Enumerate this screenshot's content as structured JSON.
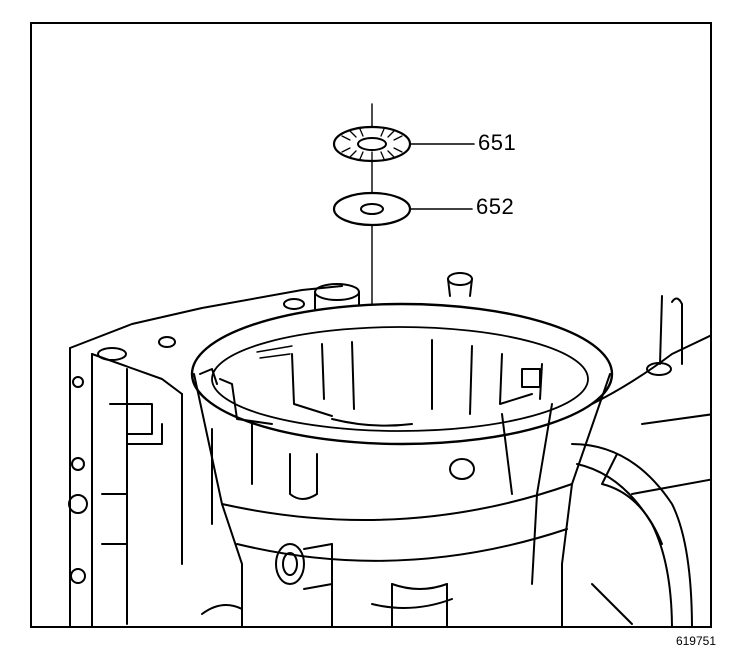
{
  "callouts": [
    {
      "id": "651",
      "label": "651"
    },
    {
      "id": "652",
      "label": "652"
    }
  ],
  "figure_code": "619751"
}
